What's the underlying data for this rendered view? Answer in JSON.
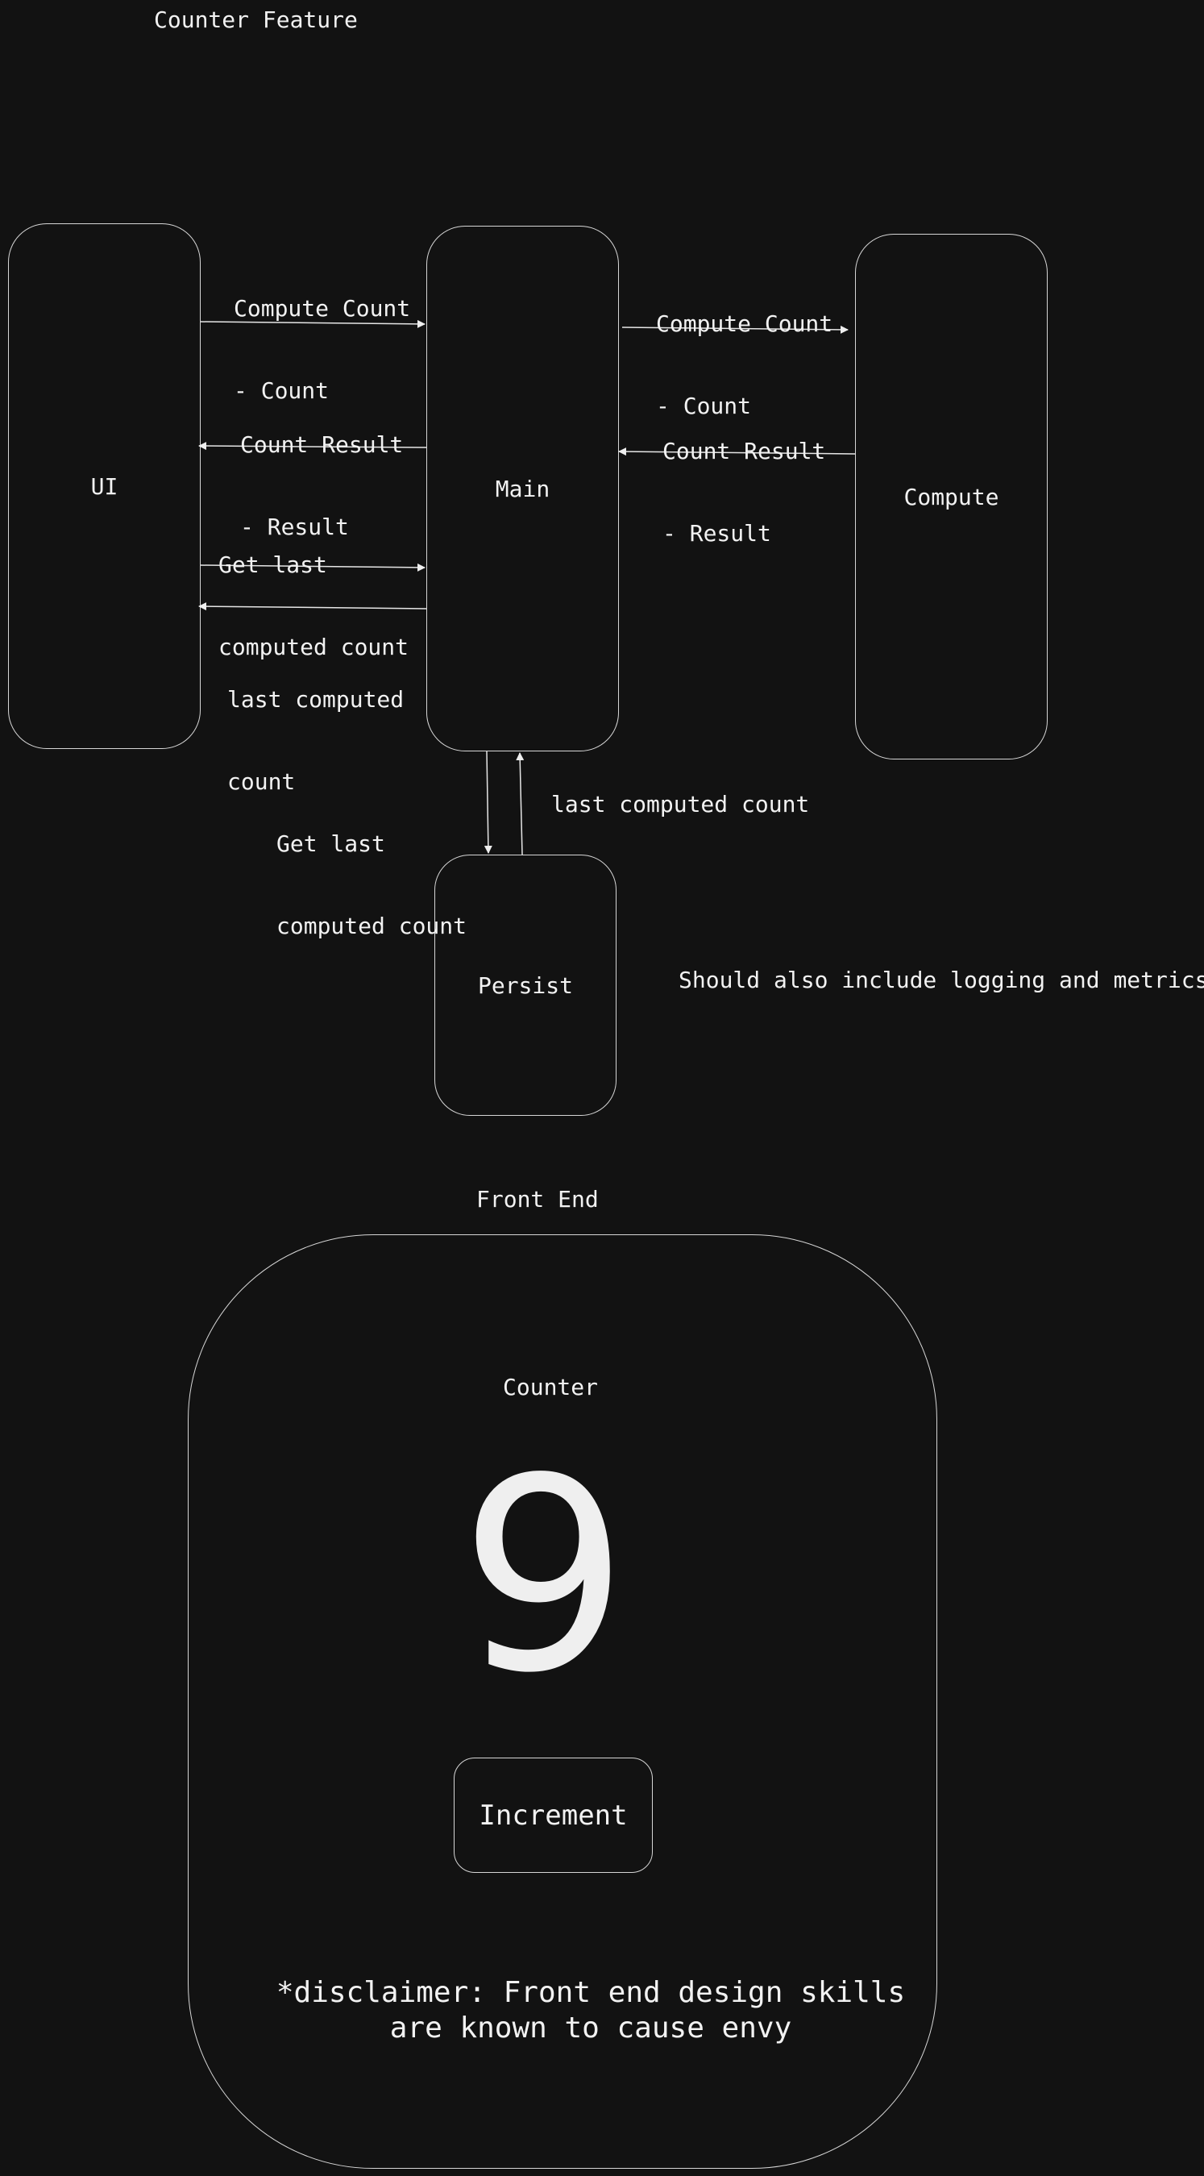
{
  "diagram": {
    "title": "Counter Feature",
    "nodes": {
      "ui": "UI",
      "main": "Main",
      "compute": "Compute",
      "persist": "Persist"
    },
    "edges": {
      "ui_to_main_compute": [
        "Compute Count",
        "- Count"
      ],
      "main_to_ui_result": [
        "Count Result",
        "- Result"
      ],
      "ui_to_main_get_last": [
        "Get last",
        "computed count"
      ],
      "main_to_ui_last": [
        "last computed",
        "count"
      ],
      "main_to_compute": [
        "Compute Count",
        "- Count"
      ],
      "compute_to_main": [
        "Count Result",
        "- Result"
      ],
      "main_to_persist": [
        "Get last",
        "computed count"
      ],
      "persist_to_main": "last computed count"
    },
    "note": "Should also include logging and metrics"
  },
  "frontend": {
    "section_title": "Front End",
    "card_title": "Counter",
    "count_value": "9",
    "increment_label": "Increment",
    "disclaimer_lines": [
      "*disclaimer: Front end design skills",
      "are known to cause envy"
    ]
  },
  "colors": {
    "background": "#121212",
    "stroke": "#d6d6d6",
    "text": "#f2f2f2"
  }
}
